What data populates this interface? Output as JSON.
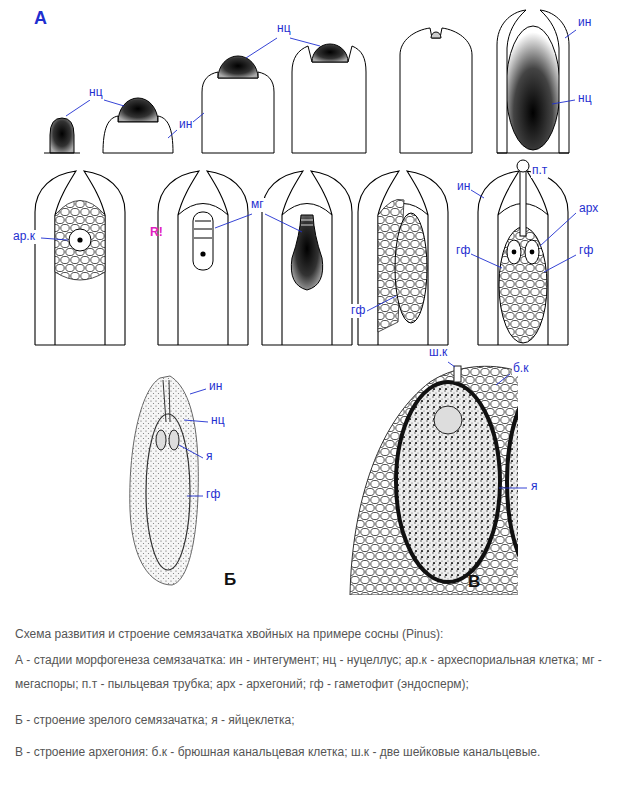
{
  "diagram": {
    "caption": "Схема развития и строение семязачатка хвойных на примере сосны (Pinus):",
    "labels": [
      "А",
      "нц",
      "нц",
      "ин",
      "ин",
      "нц",
      "ар.к",
      "R!",
      "мг",
      "п.т",
      "ин",
      "арх",
      "гф",
      "гф",
      "гф",
      "ин",
      "нц",
      "я",
      "гф",
      "Б",
      "ш.к",
      "б.к",
      "я",
      "В",
      "А - стадии морфогенеза семязачатка: ин - интегумент; нц - нуцеллус; ар.к - археспориальная клетка; мг - мегаспоры; п.т - пыльцевая трубка; арх - архегоний; гф - гаметофит (эндосперм);",
      "Б - строение зрелого семязачатка; я - яйцеклетка;",
      "В - строение архегония: б.к - брюшная канальцевая клетка; ш.к - две шейковые канальцевые."
    ]
  }
}
